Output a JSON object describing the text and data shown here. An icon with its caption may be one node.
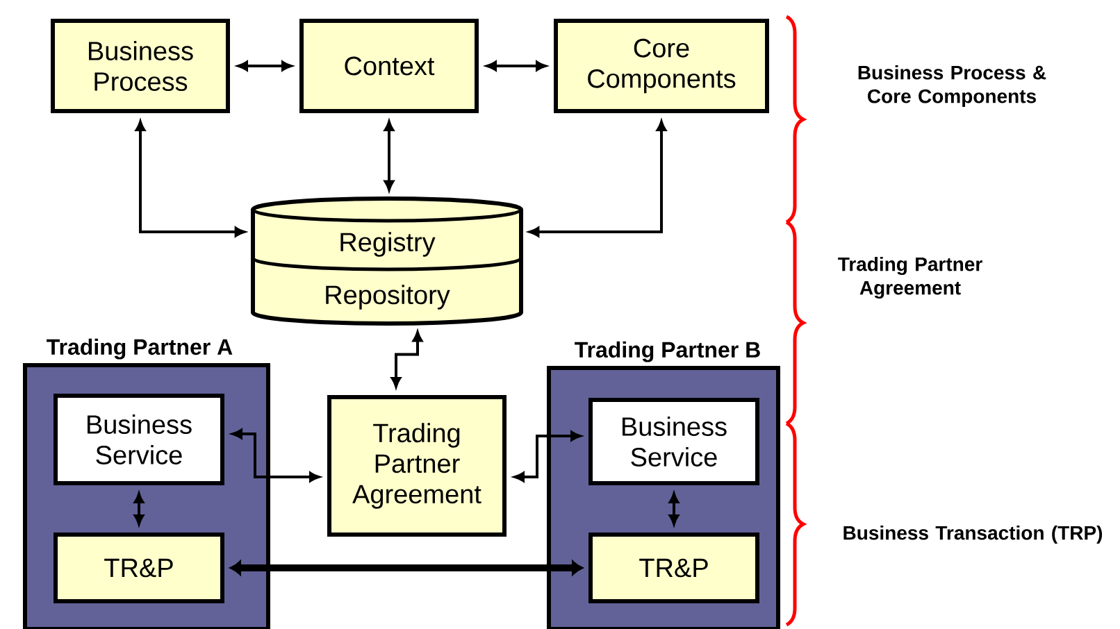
{
  "diagram": {
    "nodes": [
      {
        "text": [
          "Business Process"
        ]
      },
      {
        "text": [
          "Context"
        ]
      },
      {
        "text": [
          "Core Components"
        ]
      },
      {
        "text": [
          "Registry",
          "Repository"
        ]
      },
      {
        "text": [
          "Trading Partner A"
        ]
      },
      {
        "text": [
          "Business Service"
        ],
        "in": 4
      },
      {
        "text": [
          "TR&P"
        ],
        "in": 4
      },
      {
        "text": [
          "Trading Partner Agreement"
        ]
      },
      {
        "text": [
          "Trading Partner B"
        ]
      },
      {
        "text": [
          "Business Service"
        ],
        "in": 8
      },
      {
        "text": [
          "TR&P"
        ],
        "in": 8
      }
    ],
    "edges": [
      {
        "from": 0,
        "to": 1,
        "arrow": "both"
      },
      {
        "from": 1,
        "to": 2,
        "arrow": "both"
      },
      {
        "from": 1,
        "to": 3,
        "arrow": "both"
      },
      {
        "from": 0,
        "to": 3,
        "arrow": "both"
      },
      {
        "from": 2,
        "to": 3,
        "arrow": "both"
      },
      {
        "from": 3,
        "to": 7,
        "arrow": "both"
      },
      {
        "from": 5,
        "to": 7,
        "arrow": "both"
      },
      {
        "from": 7,
        "to": 9,
        "arrow": "both"
      },
      {
        "from": 5,
        "to": 6,
        "arrow": "both"
      },
      {
        "from": 9,
        "to": 10,
        "arrow": "both"
      },
      {
        "from": 6,
        "to": 10,
        "arrow": "both",
        "style": "thick"
      }
    ],
    "labels": [
      "Business Process & Core Components",
      "Trading Partner Agreement",
      "Business Transaction (TRP)"
    ]
  }
}
